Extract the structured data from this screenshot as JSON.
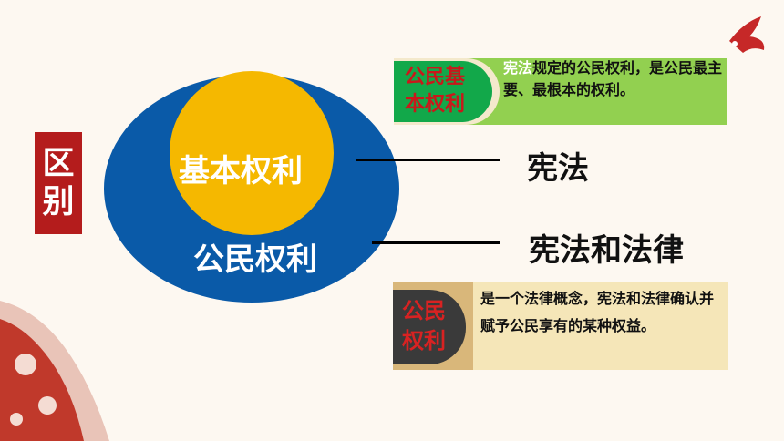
{
  "diagram": {
    "side_label": [
      "区",
      "别"
    ],
    "inner_circle_label": "基本权利",
    "outer_circle_label": "公民权利",
    "inner_target": "宪法",
    "outer_target": "宪法和法律"
  },
  "card_basic_rights": {
    "badge": [
      "公民基",
      "本权利"
    ],
    "highlight": "宪法",
    "text": "规定的公民权利，是公民最主要、最根本的权利。"
  },
  "card_civil_rights": {
    "badge": [
      "公民",
      "权利"
    ],
    "text": "是一个法律概念，宪法和法律确认并赋予公民享有的某种权益。"
  },
  "colors": {
    "outer_circle": "#0a5aa8",
    "inner_circle": "#f5b800",
    "side_label_bg": "#b41c1c",
    "decor_red": "#c0392b"
  },
  "icons": [
    "paper-cut-bird-icon",
    "plum-blossom-decoration-icon"
  ]
}
